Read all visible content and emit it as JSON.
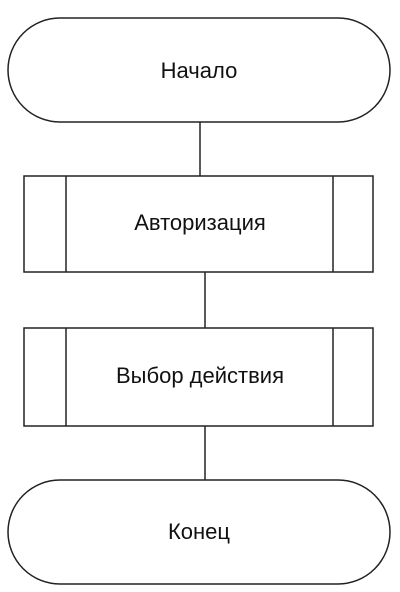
{
  "diagram": {
    "nodes": [
      {
        "id": "start",
        "shape": "terminator",
        "label": "Начало"
      },
      {
        "id": "auth",
        "shape": "predefined-process",
        "label": "Авторизация"
      },
      {
        "id": "choose",
        "shape": "predefined-process",
        "label": "Выбор действия"
      },
      {
        "id": "end",
        "shape": "terminator",
        "label": "Конец"
      }
    ],
    "edges": [
      {
        "from": "start",
        "to": "auth"
      },
      {
        "from": "auth",
        "to": "choose"
      },
      {
        "from": "choose",
        "to": "end"
      }
    ]
  }
}
